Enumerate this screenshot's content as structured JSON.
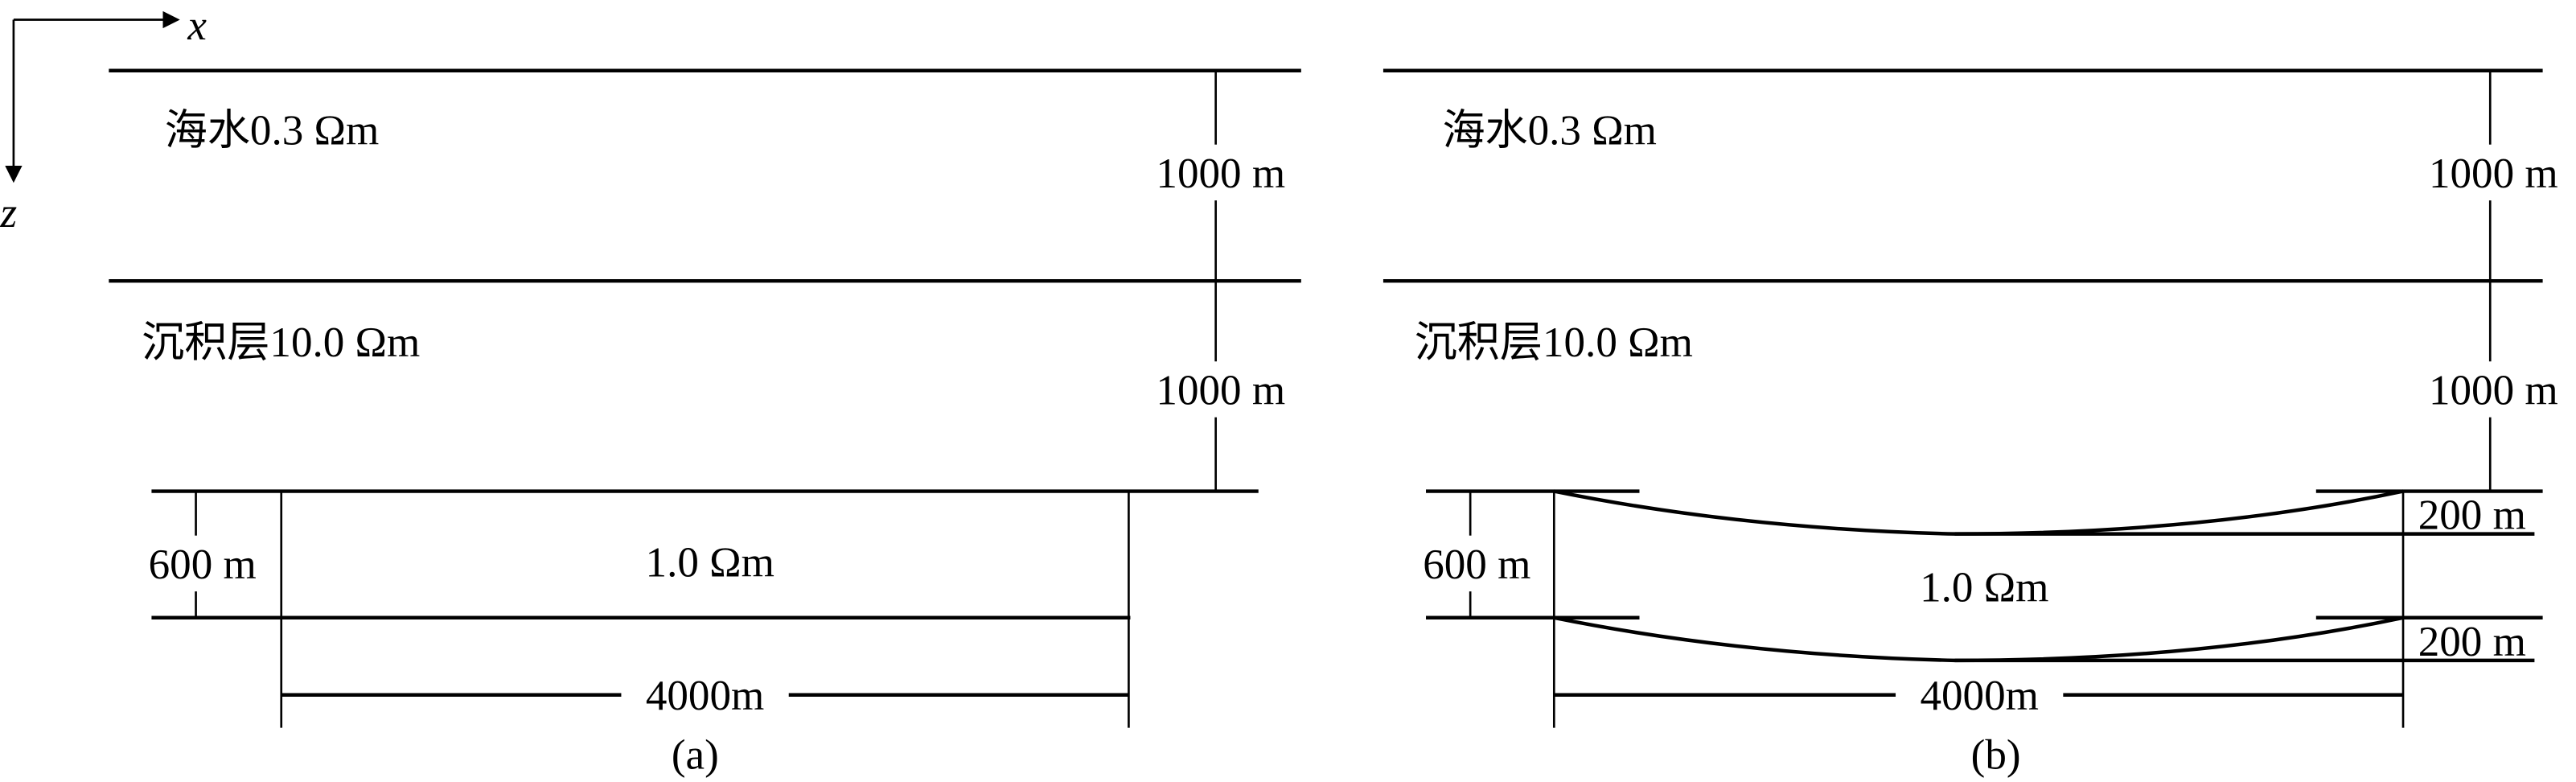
{
  "axes": {
    "x_label": "x",
    "z_label": "z"
  },
  "panel_a": {
    "seawater_label": "海水0.3 Ωm",
    "sediment_label": "沉积层10.0 Ωm",
    "seawater_thickness": "1000 m",
    "sediment_thickness": "1000 m",
    "body_resistivity": "1.0 Ωm",
    "body_thickness": "600 m",
    "body_width": "4000m",
    "caption": "(a)"
  },
  "panel_b": {
    "seawater_label": "海水0.3 Ωm",
    "sediment_label": "沉积层10.0 Ωm",
    "seawater_thickness": "1000 m",
    "sediment_thickness": "1000 m",
    "body_resistivity": "1.0 Ωm",
    "body_thickness": "600 m",
    "top_sag": "200 m",
    "bottom_sag": "200 m",
    "body_width": "4000m",
    "caption": "(b)"
  }
}
